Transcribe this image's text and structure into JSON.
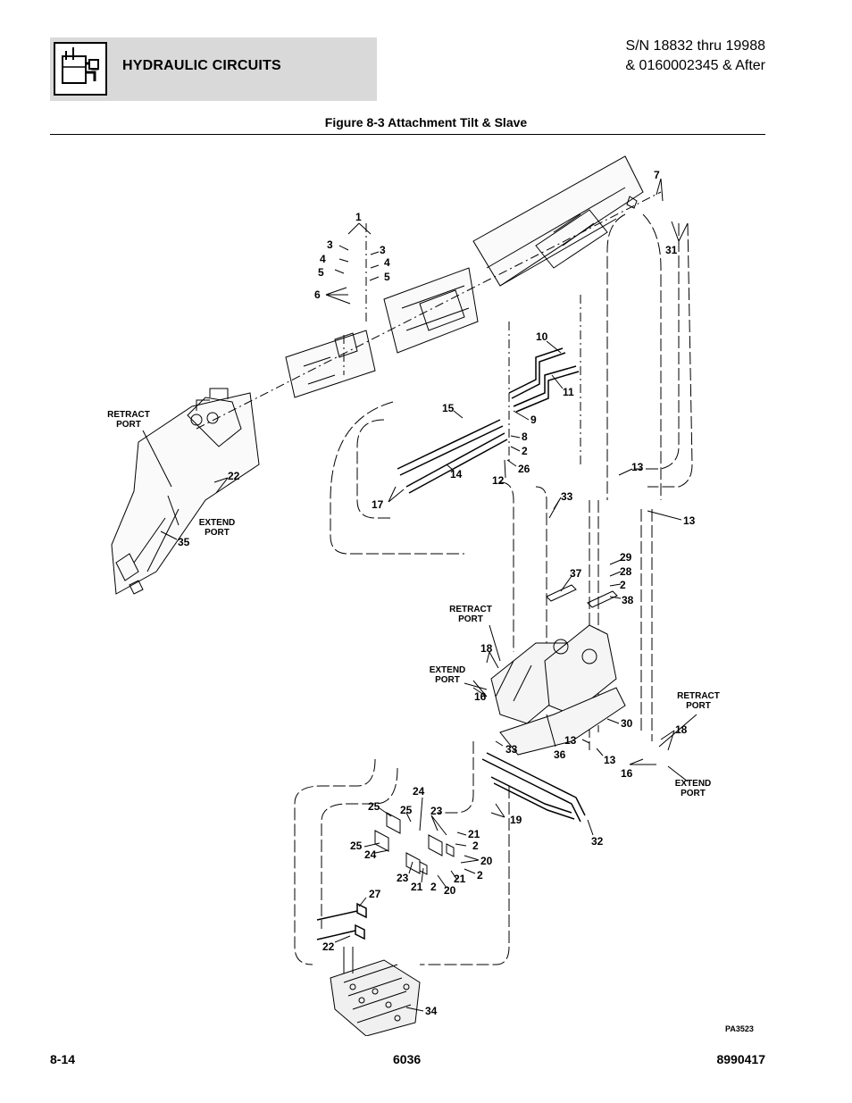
{
  "header": {
    "section_title": "HYDRAULIC CIRCUITS",
    "icon": "hydraulic-circuit-icon",
    "serial_line1": "S/N 18832 thru 19988",
    "serial_line2": "& 0160002345 & After"
  },
  "figure": {
    "title": "Figure 8-3 Attachment Tilt & Slave",
    "image_code": "PA3523",
    "port_labels": {
      "retract_top_left": [
        "RETRACT",
        "PORT"
      ],
      "extend_left": [
        "EXTEND",
        "PORT"
      ],
      "retract_mid": [
        "RETRACT",
        "PORT"
      ],
      "extend_mid": [
        "EXTEND",
        "PORT"
      ],
      "retract_right": [
        "RETRACT",
        "PORT"
      ],
      "extend_right": [
        "EXTEND",
        "PORT"
      ]
    },
    "callouts": {
      "c1": "1",
      "c3a": "3",
      "c3b": "3",
      "c4a": "4",
      "c4b": "4",
      "c5a": "5",
      "c5b": "5",
      "c6": "6",
      "c7": "7",
      "c31": "31",
      "c10": "10",
      "c11": "11",
      "c15": "15",
      "c9": "9",
      "c8": "8",
      "c2a": "2",
      "c26": "26",
      "c12": "12",
      "c14": "14",
      "c17": "17",
      "c22a": "22",
      "c35": "35",
      "c13a": "13",
      "c13b": "13",
      "c33a": "33",
      "c29": "29",
      "c28": "28",
      "c2b": "2",
      "c37": "37",
      "c38": "38",
      "c18a": "18",
      "c16a": "16",
      "c30": "30",
      "c18b": "18",
      "c13c": "13",
      "c33b": "33",
      "c36": "36",
      "c13d": "13",
      "c16b": "16",
      "c24a": "24",
      "c25a": "25",
      "c25b": "25",
      "c23a": "23",
      "c19": "19",
      "c21a": "21",
      "c2c": "2",
      "c25c": "25",
      "c24b": "24",
      "c20a": "20",
      "c2d": "2",
      "c23b": "23",
      "c21b": "21",
      "c2e": "2",
      "c21c": "21",
      "c20b": "20",
      "c32": "32",
      "c27": "27",
      "c22b": "22",
      "c34": "34"
    }
  },
  "footer": {
    "page_number": "8-14",
    "model": "6036",
    "part_number": "8990417"
  }
}
